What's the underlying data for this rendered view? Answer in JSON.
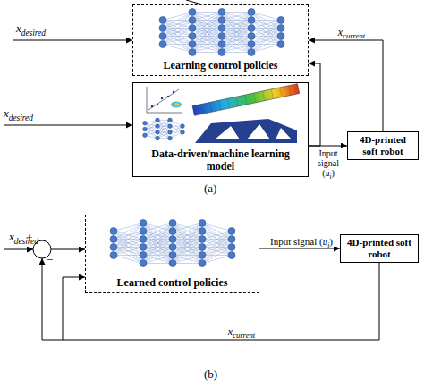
{
  "diagram": {
    "nodes": [
      {
        "text": [
          "Learning control policies"
        ]
      },
      {
        "text": [
          "Data-driven/machine learning model"
        ]
      },
      {
        "text": [
          "4D-printed soft robot"
        ]
      },
      {
        "text": [
          "Learned control policies"
        ]
      },
      {
        "text": [
          "4D-printed soft robot"
        ]
      }
    ],
    "edges": [
      {
        "from": 1,
        "to": 2,
        "label": "Input signal (ui)",
        "arrow": "to"
      },
      {
        "from": 1,
        "to": 0,
        "arrow": "to"
      },
      {
        "from": 2,
        "to": 0,
        "label": "xcurrent",
        "arrow": "to"
      },
      {
        "from": 3,
        "to": 4,
        "label": "Input signal (ui)",
        "arrow": "to"
      },
      {
        "from": 4,
        "to": 3,
        "label": "xcurrent",
        "arrow": "to"
      }
    ],
    "labels": [
      "xdesired",
      "xdesired",
      "(a)",
      "xdesired",
      "+",
      "−",
      "(b)"
    ]
  }
}
